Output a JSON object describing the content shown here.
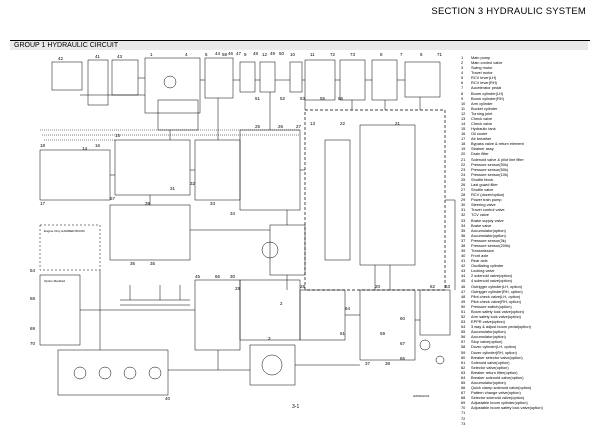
{
  "header": {
    "section_title": "SECTION 3 HYDRAULIC SYSTEM",
    "group_title": "GROUP 1 HYDRAULIC CIRCUIT"
  },
  "footer": {
    "page_number": "3-1",
    "drawing_code": "HW6RHC01"
  },
  "diagram": {
    "box_labels": {
      "engine_only": "Engine Only\nHAMMER BOOM",
      "opt_cluster": "Option\nManifold"
    },
    "callouts": [
      "42",
      "41",
      "43",
      "1",
      "4",
      "5",
      "58",
      "9",
      "12",
      "10",
      "11",
      "72",
      "73",
      "8",
      "7",
      "6",
      "71",
      "25",
      "26",
      "27",
      "15",
      "14",
      "18",
      "16",
      "17",
      "31",
      "32",
      "33",
      "34",
      "35",
      "36",
      "39",
      "57",
      "54",
      "68",
      "69",
      "70",
      "45",
      "40",
      "30",
      "29",
      "2",
      "3",
      "28",
      "13",
      "22",
      "21",
      "20",
      "62",
      "63",
      "64",
      "61",
      "59",
      "60",
      "67",
      "65",
      "66",
      "44",
      "46",
      "47",
      "48",
      "49",
      "50",
      "51",
      "52",
      "53",
      "55",
      "56",
      "37",
      "38"
    ]
  },
  "legend": [
    {
      "num": "1",
      "label": "Main pump"
    },
    {
      "num": "2",
      "label": "Main control valve"
    },
    {
      "num": "3",
      "label": "Swing motor"
    },
    {
      "num": "4",
      "label": "Travel motor"
    },
    {
      "num": "5",
      "label": "RCV lever(LH)"
    },
    {
      "num": "6",
      "label": "RCV lever(RH)"
    },
    {
      "num": "7",
      "label": "Accelerator pedal"
    },
    {
      "num": "8",
      "label": "Boom cylinder(LH)"
    },
    {
      "num": "9",
      "label": "Boom cylinder(RH)"
    },
    {
      "num": "10",
      "label": "Arm cylinder"
    },
    {
      "num": "11",
      "label": "Bucket cylinder"
    },
    {
      "num": "12",
      "label": "Turning joint"
    },
    {
      "num": "13",
      "label": "Check valve"
    },
    {
      "num": "14",
      "label": "Check valve"
    },
    {
      "num": "15",
      "label": "Hydraulic tank"
    },
    {
      "num": "16",
      "label": "Oil cooler"
    },
    {
      "num": "17",
      "label": "Air breather"
    },
    {
      "num": "18",
      "label": "Bypass valve & return element"
    },
    {
      "num": "19",
      "label": "Strainer assy"
    },
    {
      "num": "20",
      "label": "Drain filter"
    },
    {
      "num": "21",
      "label": "Solenoid valve & pilot line filter"
    },
    {
      "num": "22",
      "label": "Pressure sensor(50k)"
    },
    {
      "num": "23",
      "label": "Pressure sensor(50k)"
    },
    {
      "num": "24",
      "label": "Pressure sensor(10k)"
    },
    {
      "num": "25",
      "label": "Shuttle block"
    },
    {
      "num": "26",
      "label": "Last guard filter"
    },
    {
      "num": "27",
      "label": "Shuttle valve"
    },
    {
      "num": "28",
      "label": "RCV (dozer/option)"
    },
    {
      "num": "29",
      "label": "Power train pump"
    },
    {
      "num": "30",
      "label": "Steering valve"
    },
    {
      "num": "31",
      "label": "Travel control valve"
    },
    {
      "num": "32",
      "label": "TCV valve"
    },
    {
      "num": "33",
      "label": "Brake supply valve"
    },
    {
      "num": "34",
      "label": "Brake valve"
    },
    {
      "num": "35",
      "label": "Accumulator(option)"
    },
    {
      "num": "36",
      "label": "Accumulator(option)"
    },
    {
      "num": "37",
      "label": "Pressure sensor(3k)"
    },
    {
      "num": "38",
      "label": "Pressure sensor(200k)"
    },
    {
      "num": "39",
      "label": "Transmission"
    },
    {
      "num": "40",
      "label": "Front axle"
    },
    {
      "num": "41",
      "label": "Rear axle"
    },
    {
      "num": "42",
      "label": "Oscillating cylinder"
    },
    {
      "num": "43",
      "label": "Locking valve"
    },
    {
      "num": "44",
      "label": "2 solenoid valve(option)"
    },
    {
      "num": "45",
      "label": "4 solenoid valve(option)"
    },
    {
      "num": "46",
      "label": "Outrigger cylinder(LH, option)"
    },
    {
      "num": "47",
      "label": "Outrigger cylinder(RH, option)"
    },
    {
      "num": "48",
      "label": "Pilot check valve(LH, option)"
    },
    {
      "num": "49",
      "label": "Pilot check valve(RH, option)"
    },
    {
      "num": "50",
      "label": "Pressure switch(option)"
    },
    {
      "num": "51",
      "label": "Boom safety lock valve(option)"
    },
    {
      "num": "52",
      "label": "Arm safety lock valve(option)"
    },
    {
      "num": "53",
      "label": "EPPR valve(option)"
    },
    {
      "num": "54",
      "label": "3 way & adjust boom pedal(option)"
    },
    {
      "num": "55",
      "label": "Accumulator(option)"
    },
    {
      "num": "56",
      "label": "Accumulator(option)"
    },
    {
      "num": "57",
      "label": "Stop valve(option)"
    },
    {
      "num": "58",
      "label": "Dozer cylinder(LH, option)"
    },
    {
      "num": "59",
      "label": "Dozer cylinder(RH, option)"
    },
    {
      "num": "60",
      "label": "Breaker selector valve(option)"
    },
    {
      "num": "61",
      "label": "Solenoid valve(option)"
    },
    {
      "num": "62",
      "label": "Selector valve(option)"
    },
    {
      "num": "63",
      "label": "Breaker return filter(option)"
    },
    {
      "num": "64",
      "label": "Breaker solenoid valve(option)"
    },
    {
      "num": "65",
      "label": "Accumulator(option)"
    },
    {
      "num": "66",
      "label": "Quick clamp solenoid valve(option)"
    },
    {
      "num": "67",
      "label": "Pattern change valve(option)"
    },
    {
      "num": "68",
      "label": "Selector solenoid valve(option)"
    },
    {
      "num": "69",
      "label": "Adjustable boom cylinder(option)"
    },
    {
      "num": "70",
      "label": "Adjustable boom safety lock valve(option)"
    },
    {
      "num": "71",
      "label": ""
    },
    {
      "num": "72",
      "label": ""
    },
    {
      "num": "73",
      "label": ""
    }
  ]
}
